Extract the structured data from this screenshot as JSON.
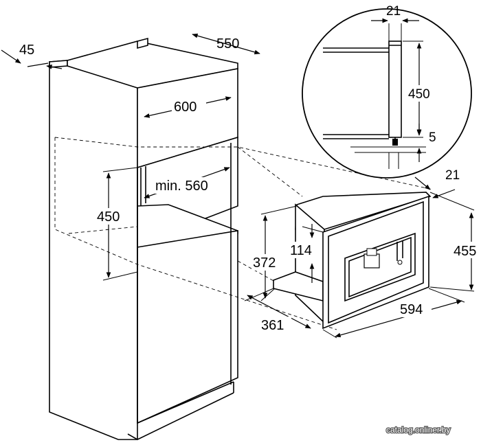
{
  "dimensions": {
    "cabinet_depth_top": "550",
    "panel_thickness": "45",
    "cabinet_width": "600",
    "niche_min_height": "min. 560",
    "niche_height": "450",
    "detail_panel_thickness": "21",
    "detail_height": "450",
    "detail_gap": "5",
    "appliance_panel_thickness": "21",
    "appliance_front_height": "455",
    "appliance_body_height": "372",
    "appliance_lower_offset": "114",
    "appliance_depth": "361",
    "appliance_width": "594"
  },
  "watermark": "catalog.onliner.by"
}
